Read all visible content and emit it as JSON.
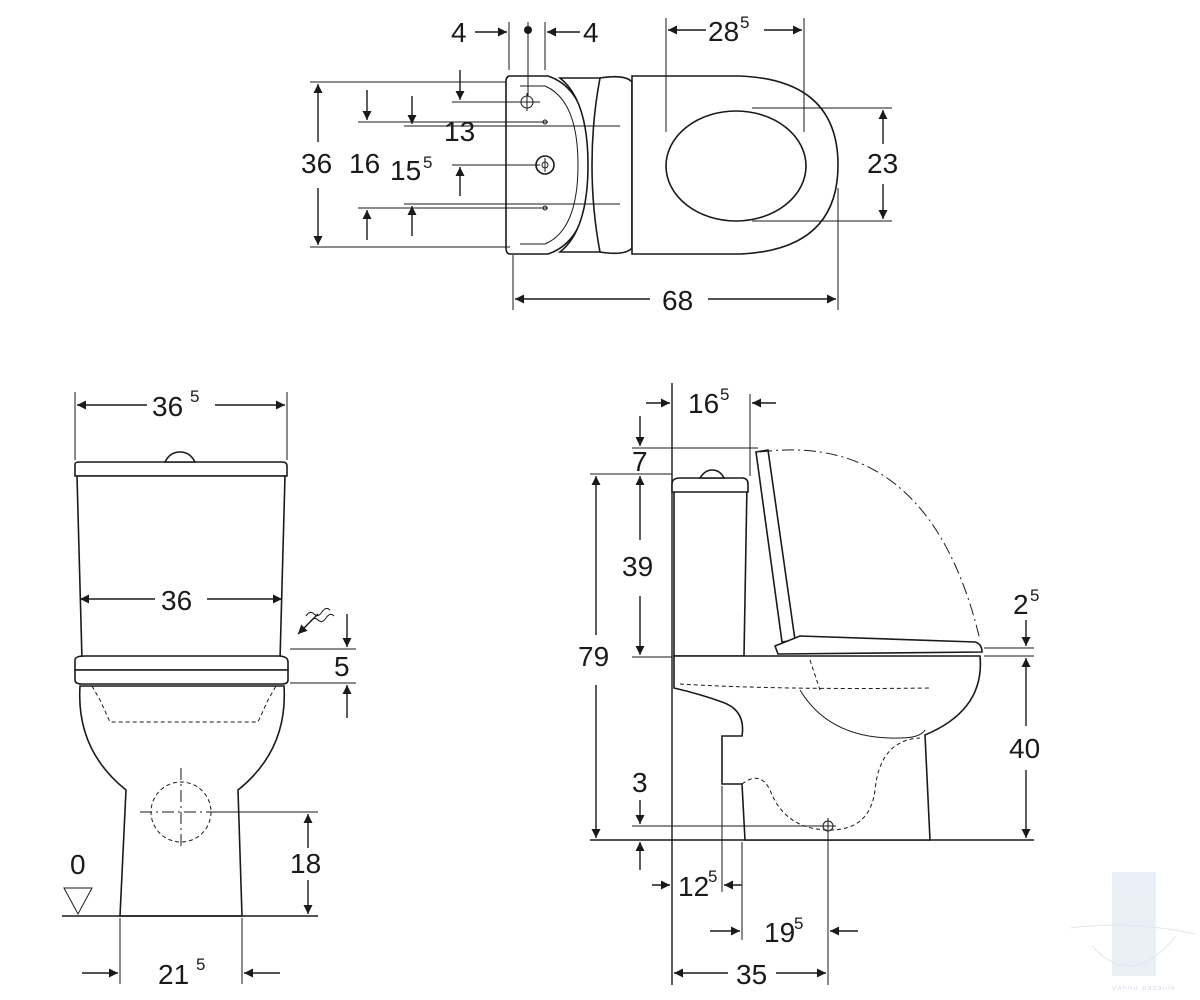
{
  "views": {
    "top": {
      "dims": {
        "offset_left": "4",
        "offset_right": "4",
        "seat_opening_width": "28",
        "seat_opening_width_sup": "5",
        "tank_depth": "36",
        "inlet_span_outer": "16",
        "inlet_span_inner": "15",
        "inlet_span_inner_sup": "5",
        "inlet_offset": "13",
        "seat_opening_depth": "23",
        "overall_length": "68"
      }
    },
    "front": {
      "dims": {
        "lid_width": "36",
        "lid_width_sup": "5",
        "tank_width": "36",
        "seat_gap": "5",
        "outlet_height": "18",
        "floor_level": "0",
        "base_width": "21",
        "base_width_sup": "5"
      }
    },
    "side": {
      "dims": {
        "tank_offset": "16",
        "tank_offset_sup": "5",
        "lid_above_tank": "7",
        "tank_height": "39",
        "overall_height": "79",
        "seat_thickness": "2",
        "seat_thickness_sup": "5",
        "seat_height": "40",
        "outlet_above_floor": "3",
        "wall_to_foot": "12",
        "wall_to_foot_sup": "5",
        "foot_to_outlet": "19",
        "foot_to_outlet_sup": "5",
        "wall_to_outlet": "35"
      }
    }
  },
  "watermark": {
    "text": "vannu pasaule",
    "color": "#b8c8d8"
  }
}
